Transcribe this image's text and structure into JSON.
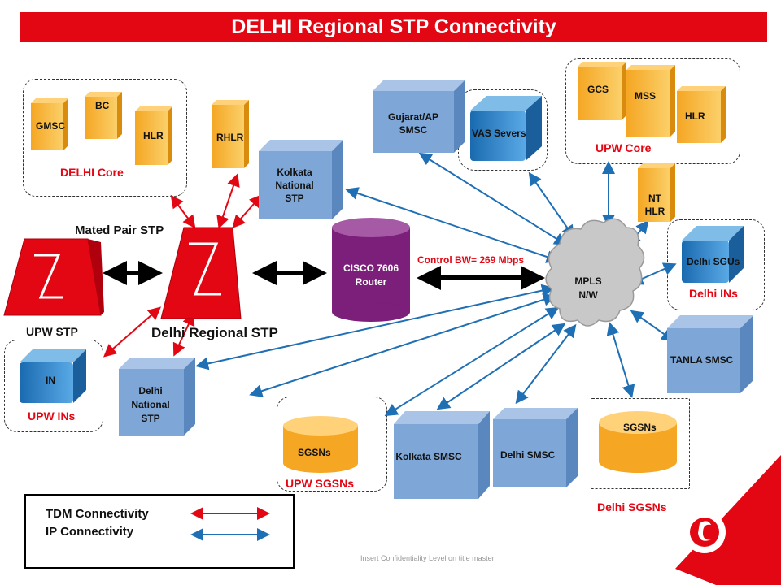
{
  "title": "DELHI Regional  STP Connectivity",
  "groups": {
    "delhi_core": "DELHI Core",
    "upw_core": "UPW Core",
    "delhi_ins": "Delhi INs",
    "upw_ins": "UPW INs",
    "upw_sgsns": "UPW SGSNs",
    "delhi_sgsns": "Delhi SGSNs"
  },
  "nodes": {
    "gmsc": "GMSC",
    "bc": "BC",
    "hlr_delhi": "HLR",
    "rhlr": "RHLR",
    "kolkata_stp": "Kolkata National STP",
    "gujarat_smsc": "Gujarat/AP SMSC",
    "vas": "VAS Severs",
    "gcs": "GCS",
    "mss": "MSS",
    "hlr_upw": "HLR",
    "nt_hlr": "NT HLR",
    "delhi_sgus": "Delhi SGUs",
    "cisco": "CISCO 7606 Router",
    "mpls": "MPLS N/W",
    "tanla": "TANLA SMSC",
    "in": "IN",
    "delhi_national_stp": "Delhi National STP",
    "sgsns_upw": "SGSNs",
    "kolkata_smsc": "Kolkata SMSC",
    "delhi_smsc": "Delhi SMSC",
    "sgsns_delhi": "SGSNs"
  },
  "labels": {
    "mated_pair": "Mated Pair STP",
    "upw_stp": "UPW STP",
    "delhi_regional_stp": "Delhi Regional STP",
    "control_bw": "Control BW= 269 Mbps"
  },
  "legend": {
    "tdm": "TDM Connectivity",
    "ip": "IP Connectivity"
  },
  "footer": "Insert Confidentiality Level on title master",
  "colors": {
    "brand_red": "#e30613",
    "tdm_red": "#e30613",
    "ip_blue": "#1f6fb5",
    "box_blue": "#7ea6d6",
    "cylinder_orange": "#f5a623",
    "cisco_purple": "#7b1f7a"
  }
}
